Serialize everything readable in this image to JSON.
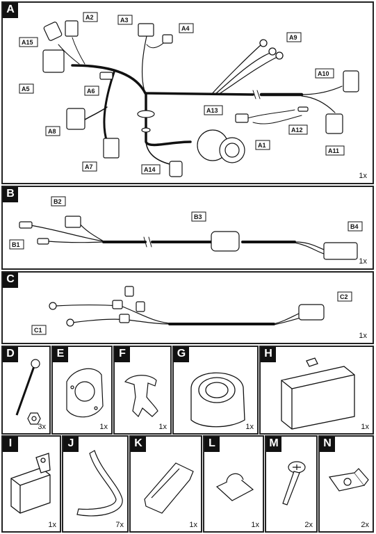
{
  "panels": {
    "A": {
      "tag": "A",
      "qty": "1x",
      "labels": [
        "A1",
        "A2",
        "A3",
        "A4",
        "A5",
        "A6",
        "A7",
        "A8",
        "A9",
        "A10",
        "A11",
        "A12",
        "A13",
        "A14",
        "A15"
      ]
    },
    "B": {
      "tag": "B",
      "qty": "1x",
      "labels": [
        "B1",
        "B2",
        "B3",
        "B4"
      ]
    },
    "C": {
      "tag": "C",
      "qty": "1x",
      "labels": [
        "C1",
        "C2"
      ]
    }
  },
  "parts_row1": [
    {
      "tag": "D",
      "qty": "3x"
    },
    {
      "tag": "E",
      "qty": "1x"
    },
    {
      "tag": "F",
      "qty": "1x"
    },
    {
      "tag": "G",
      "qty": "1x"
    },
    {
      "tag": "H",
      "qty": "1x"
    }
  ],
  "parts_row2": [
    {
      "tag": "I",
      "qty": "1x"
    },
    {
      "tag": "J",
      "qty": "7x"
    },
    {
      "tag": "K",
      "qty": "1x"
    },
    {
      "tag": "L",
      "qty": "1x"
    },
    {
      "tag": "M",
      "qty": "2x"
    },
    {
      "tag": "N",
      "qty": "2x"
    }
  ]
}
